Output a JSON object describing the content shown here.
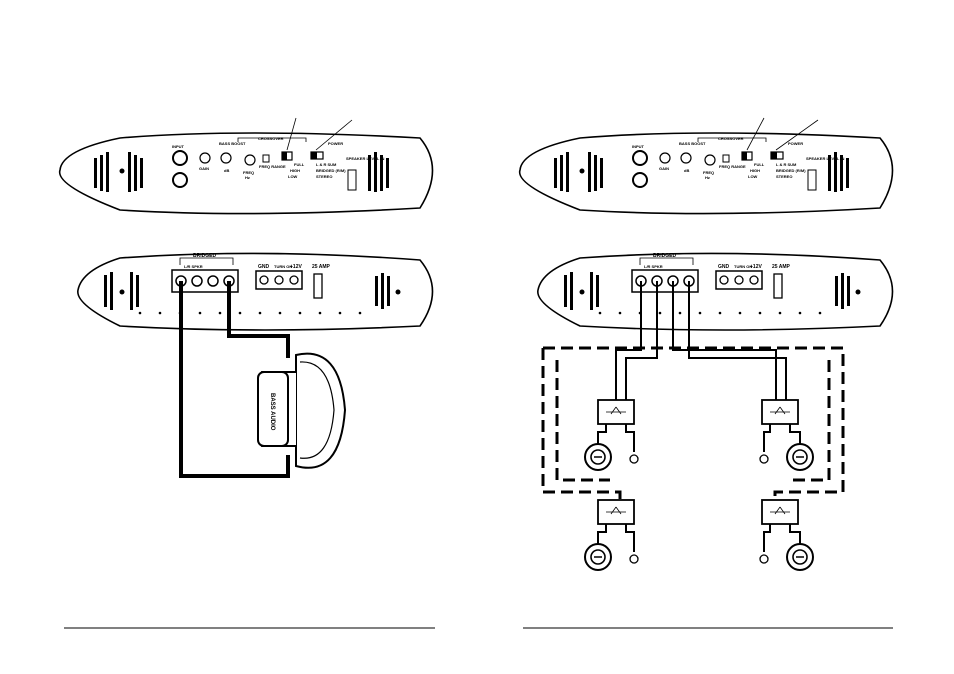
{
  "left": {
    "top_panel": {
      "input": "INPUT",
      "gain": "GAIN",
      "bass_boost": "BASS BOOST",
      "db": "dB",
      "crossover": "CROSSOVER",
      "freq_range": "FREQ RANGE",
      "freq": "FREQ",
      "hz": "Hz",
      "full": "FULL",
      "high": "HIGH",
      "low": "LOW",
      "power": "POWER",
      "mode1": "L & R SUM",
      "mode2": "BRIDGED (R/M)",
      "mode3": "STEREO",
      "speaker_level": "SPEAKER LEVEL IN"
    },
    "bottom_panel": {
      "bridged": "BRIDGED",
      "terminals": "L/R SPKR",
      "gnd": "GND",
      "turn_on": "TURN ON",
      "plus12": "+12V",
      "amp": "25 AMP"
    },
    "subwoofer_label": "BASS AUDIO"
  },
  "right": {
    "top_panel": {
      "input": "INPUT",
      "gain": "GAIN",
      "bass_boost": "BASS BOOST",
      "db": "dB",
      "crossover": "CROSSOVER",
      "freq_range": "FREQ RANGE",
      "freq": "FREQ",
      "hz": "Hz",
      "full": "FULL",
      "high": "HIGH",
      "low": "LOW",
      "power": "POWER",
      "mode1": "L & R SUM",
      "mode2": "BRIDGED (R/M)",
      "mode3": "STEREO",
      "speaker_level": "SPEAKER LEVEL IN"
    },
    "bottom_panel": {
      "bridged": "BRIDGED",
      "terminals": "L/R SPKR",
      "gnd": "GND",
      "turn_on": "TURN ON",
      "plus12": "+12V",
      "amp": "25 AMP"
    }
  }
}
